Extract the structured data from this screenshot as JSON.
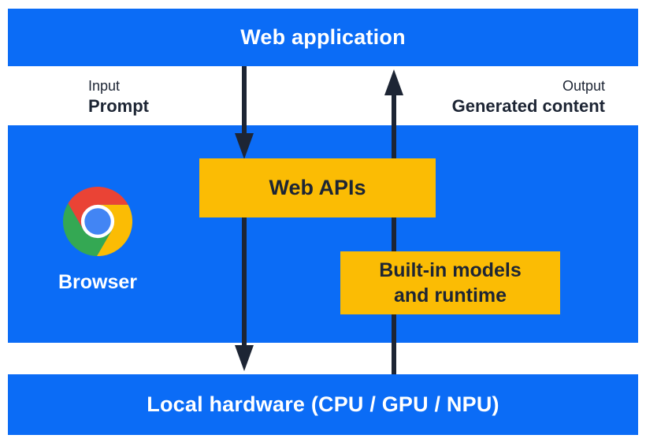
{
  "top_bar": {
    "label": "Web application"
  },
  "io": {
    "input_label": "Input",
    "input_value": "Prompt",
    "output_label": "Output",
    "output_value": "Generated content"
  },
  "browser": {
    "label": "Browser"
  },
  "boxes": {
    "web_apis_label": "Web APIs",
    "builtin_label": "Built-in models\nand runtime"
  },
  "bottom_bar": {
    "label": "Local hardware (CPU / GPU / NPU)"
  },
  "icons": {
    "chrome_logo": "chrome-logo"
  },
  "colors": {
    "blue": "#0b6cf6",
    "yellow": "#fbbc04",
    "navy": "#1d2534",
    "white": "#ffffff",
    "chrome_red": "#ea4335",
    "chrome_green": "#34a853",
    "chrome_yellow": "#fbbc04",
    "chrome_blue": "#4285f4"
  }
}
